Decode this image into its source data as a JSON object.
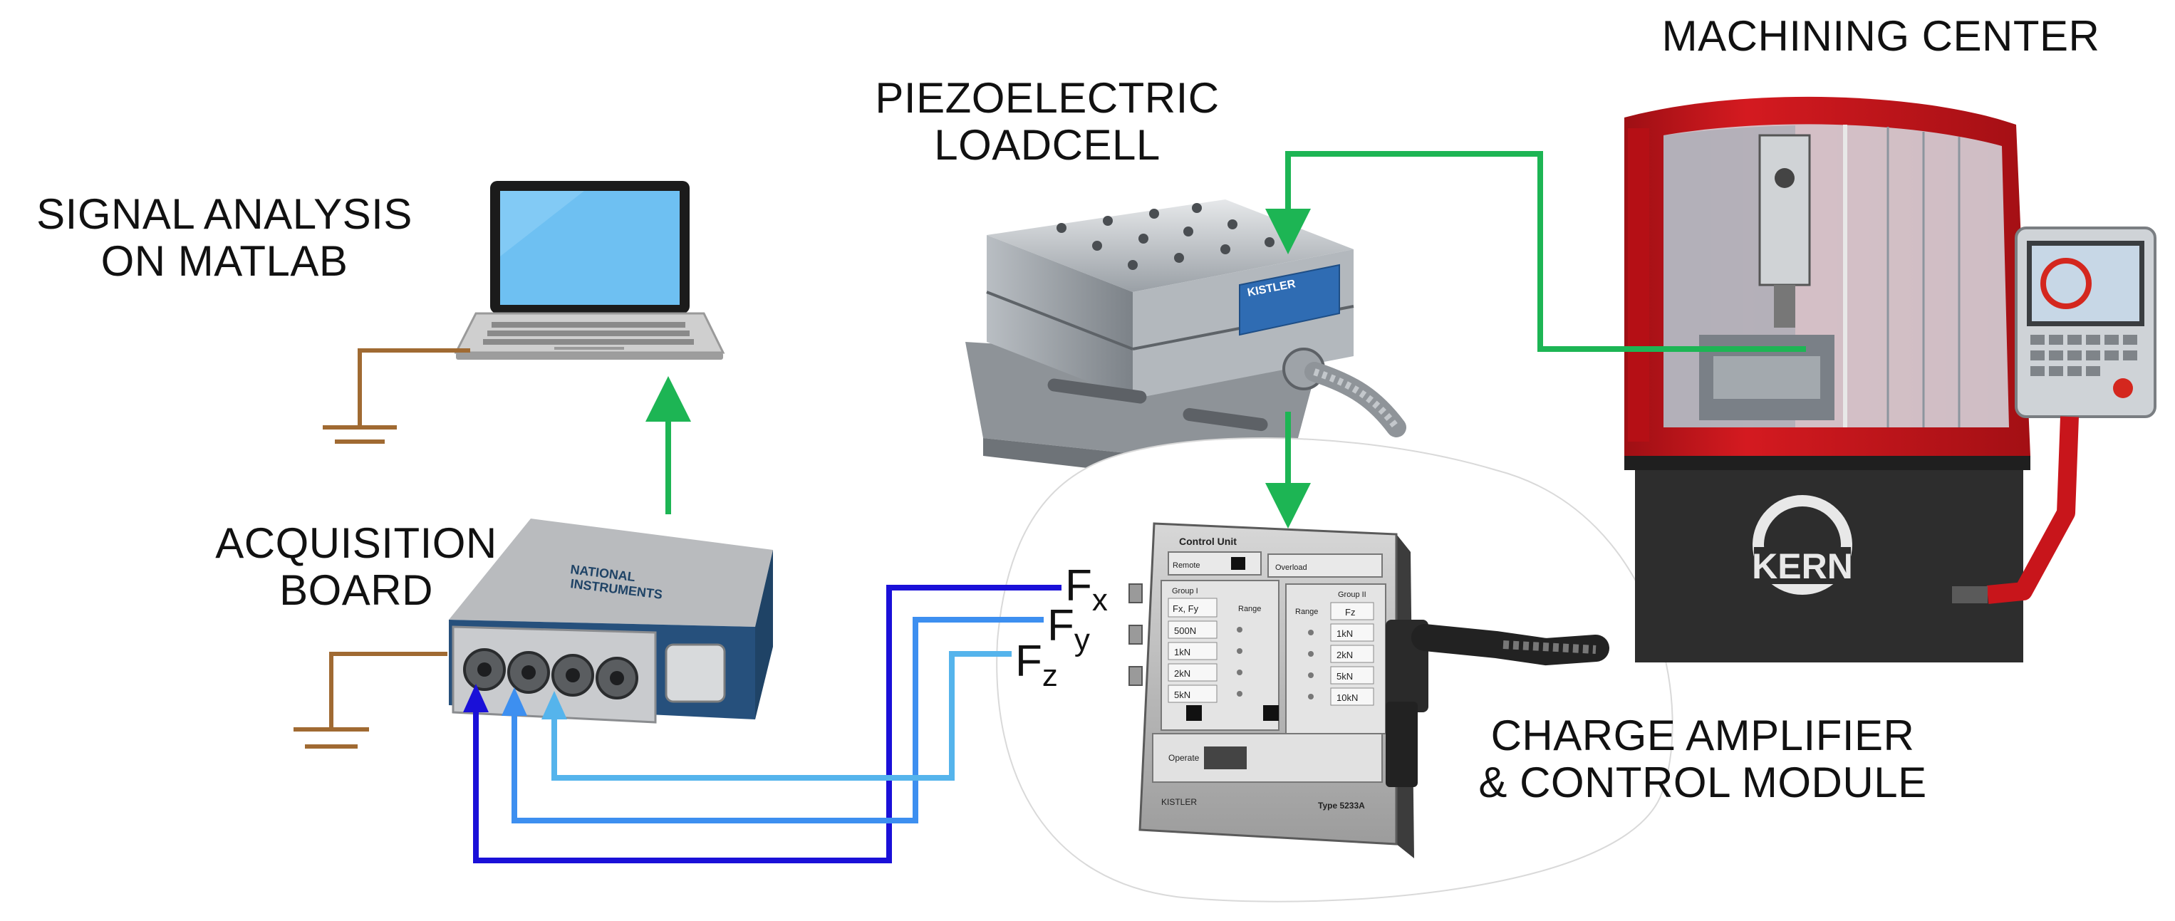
{
  "labels": {
    "signal_analysis": [
      "SIGNAL ANALYSIS",
      "ON MATLAB"
    ],
    "acquisition_board": [
      "ACQUISITION",
      "BOARD"
    ],
    "loadcell": [
      "PIEZOELECTRIC",
      "LOADCELL"
    ],
    "machining_center": "MACHINING CENTER",
    "charge_amplifier": [
      "CHARGE AMPLIFIER",
      "& CONTROL MODULE"
    ]
  },
  "signals": {
    "fx": {
      "main": "F",
      "sub": "x"
    },
    "fy": {
      "main": "F",
      "sub": "y"
    },
    "fz": {
      "main": "F",
      "sub": "z"
    }
  },
  "device_text": {
    "ni_brand": [
      "NATIONAL",
      "INSTRUMENTS"
    ],
    "kistler": "KISTLER",
    "kern": "KERN",
    "control_unit": "Control Unit",
    "remote": "Remote",
    "overload": "Overload",
    "group1": "Group I",
    "group2": "Group II",
    "range": "Range",
    "fxfy": "Fx, Fy",
    "fz": "Fz",
    "range_g1": [
      "500N",
      "1kN",
      "2kN",
      "5kN"
    ],
    "range_g2": [
      "1kN",
      "2kN",
      "5kN",
      "10kN"
    ],
    "operate": "Operate",
    "type": "Type 5233A"
  },
  "colors": {
    "green": "#1db554",
    "fx_line": "#1a10d8",
    "fy_line": "#3d8ff0",
    "fz_line": "#55b4ec",
    "ground": "#a06a32",
    "machine_red": "#c8151b",
    "laptop_screen": "#6ec0f2"
  }
}
